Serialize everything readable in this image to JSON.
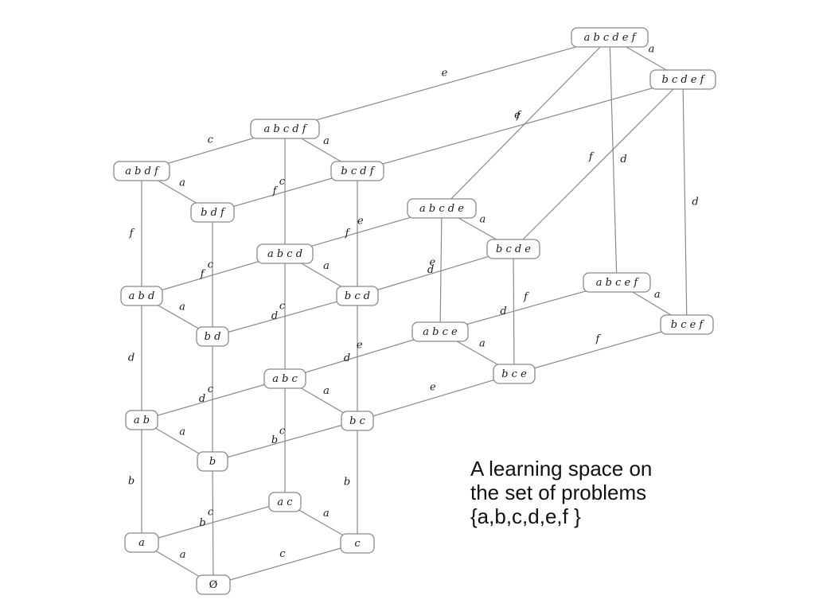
{
  "diagram": {
    "nodes": [
      {
        "id": "abcdef",
        "label": "a b c d e f"
      },
      {
        "id": "bcdef",
        "label": "b c d e f"
      },
      {
        "id": "abcdf",
        "label": "a b c d f"
      },
      {
        "id": "abdf",
        "label": "a b d f"
      },
      {
        "id": "bcdf",
        "label": "b c d f"
      },
      {
        "id": "bdf",
        "label": "b d f"
      },
      {
        "id": "abcde",
        "label": "a b c d e"
      },
      {
        "id": "bcde",
        "label": "b c d e"
      },
      {
        "id": "abcd",
        "label": "a b c d"
      },
      {
        "id": "abd",
        "label": "a b d"
      },
      {
        "id": "bcd",
        "label": "b c d"
      },
      {
        "id": "abcef",
        "label": "a b c e f"
      },
      {
        "id": "bcef",
        "label": "b c e f"
      },
      {
        "id": "abce",
        "label": "a b c e"
      },
      {
        "id": "bd",
        "label": "b d"
      },
      {
        "id": "abc",
        "label": "a b c"
      },
      {
        "id": "bce",
        "label": "b c e"
      },
      {
        "id": "ab",
        "label": "a b"
      },
      {
        "id": "bc",
        "label": "b c"
      },
      {
        "id": "b",
        "label": "b"
      },
      {
        "id": "ac",
        "label": "a c"
      },
      {
        "id": "a",
        "label": "a"
      },
      {
        "id": "c",
        "label": "c"
      },
      {
        "id": "empty",
        "label": "Ø"
      }
    ],
    "edges": [
      {
        "from": "abcdef",
        "to": "bcdef",
        "label": "a"
      },
      {
        "from": "abcdf",
        "to": "abcdef",
        "label": "e"
      },
      {
        "from": "abcde",
        "to": "abcdef",
        "label": "f"
      },
      {
        "from": "abcef",
        "to": "abcdef",
        "label": "d"
      },
      {
        "from": "bcdf",
        "to": "bcdef",
        "label": "e"
      },
      {
        "from": "bcde",
        "to": "bcdef",
        "label": "f"
      },
      {
        "from": "bcef",
        "to": "bcdef",
        "label": "d"
      },
      {
        "from": "abdf",
        "to": "abcdf",
        "label": "c"
      },
      {
        "from": "abcdf",
        "to": "bcdf",
        "label": "a"
      },
      {
        "from": "abcd",
        "to": "abcdf",
        "label": "f"
      },
      {
        "from": "abdf",
        "to": "bdf",
        "label": "a"
      },
      {
        "from": "bdf",
        "to": "bcdf",
        "label": "c"
      },
      {
        "from": "abd",
        "to": "abdf",
        "label": "f"
      },
      {
        "from": "bd",
        "to": "bdf",
        "label": "f"
      },
      {
        "from": "bcd",
        "to": "bcdf",
        "label": "f"
      },
      {
        "from": "abcd",
        "to": "abcde",
        "label": "e"
      },
      {
        "from": "abcde",
        "to": "bcde",
        "label": "a"
      },
      {
        "from": "abce",
        "to": "abcde",
        "label": "d"
      },
      {
        "from": "bcd",
        "to": "bcde",
        "label": "e"
      },
      {
        "from": "bce",
        "to": "bcde",
        "label": "d"
      },
      {
        "from": "abd",
        "to": "abcd",
        "label": "c"
      },
      {
        "from": "abcd",
        "to": "bcd",
        "label": "a"
      },
      {
        "from": "abc",
        "to": "abcd",
        "label": "d"
      },
      {
        "from": "abd",
        "to": "bd",
        "label": "a"
      },
      {
        "from": "bd",
        "to": "bcd",
        "label": "c"
      },
      {
        "from": "ab",
        "to": "abd",
        "label": "d"
      },
      {
        "from": "b",
        "to": "bd",
        "label": "d"
      },
      {
        "from": "bc",
        "to": "bcd",
        "label": "d"
      },
      {
        "from": "abcef",
        "to": "bcef",
        "label": "a"
      },
      {
        "from": "abce",
        "to": "abcef",
        "label": "f"
      },
      {
        "from": "bce",
        "to": "bcef",
        "label": "f"
      },
      {
        "from": "abc",
        "to": "abce",
        "label": "e"
      },
      {
        "from": "abce",
        "to": "bce",
        "label": "a"
      },
      {
        "from": "bc",
        "to": "bce",
        "label": "e"
      },
      {
        "from": "ab",
        "to": "abc",
        "label": "c"
      },
      {
        "from": "abc",
        "to": "bc",
        "label": "a"
      },
      {
        "from": "ac",
        "to": "abc",
        "label": "b"
      },
      {
        "from": "ab",
        "to": "b",
        "label": "a"
      },
      {
        "from": "b",
        "to": "bc",
        "label": "c"
      },
      {
        "from": "a",
        "to": "ab",
        "label": "b"
      },
      {
        "from": "empty",
        "to": "b",
        "label": "b"
      },
      {
        "from": "c",
        "to": "bc",
        "label": "b"
      },
      {
        "from": "a",
        "to": "ac",
        "label": "c"
      },
      {
        "from": "ac",
        "to": "c",
        "label": "a"
      },
      {
        "from": "a",
        "to": "empty",
        "label": "a"
      },
      {
        "from": "empty",
        "to": "c",
        "label": "c"
      }
    ]
  },
  "caption": {
    "line1": "A learning space on",
    "line2": "the set of problems",
    "line3": "{a,b,c,d,e,f }"
  }
}
